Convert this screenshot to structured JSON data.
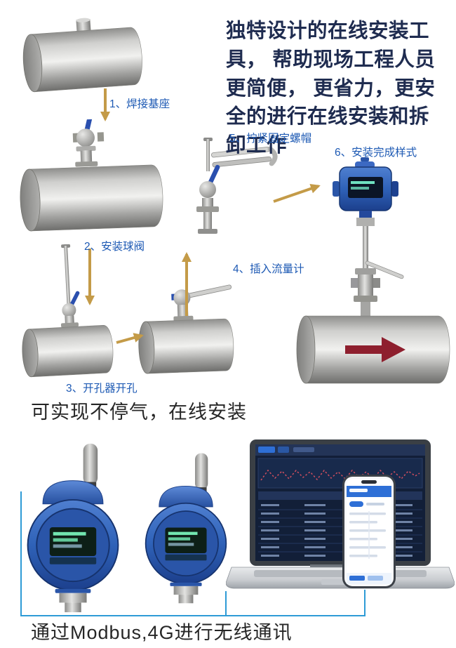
{
  "intro": {
    "text": "独特设计的在线安装工具， 帮助现场工程人员更简便， 更省力，更安全的进行在线安装和拆卸工作"
  },
  "steps": [
    {
      "label": "1、焊接基座"
    },
    {
      "label": "2、安装球阀"
    },
    {
      "label": "3、开孔器开孔"
    },
    {
      "label": "4、插入流量计"
    },
    {
      "label": "5、拧紧固定螺帽"
    },
    {
      "label": "6、安装完成样式"
    }
  ],
  "captions": {
    "online_install": "可实现不停气，在线安装",
    "communication": "通过Modbus,4G进行无线通讯"
  },
  "colors": {
    "intro_text": "#1f2c50",
    "step_label": "#1e5ab4",
    "arrow": "#c49b48",
    "flow_arrow": "#8e1f2e",
    "device_blue": "#2a55a8",
    "connection_line": "#2e9bd6"
  }
}
